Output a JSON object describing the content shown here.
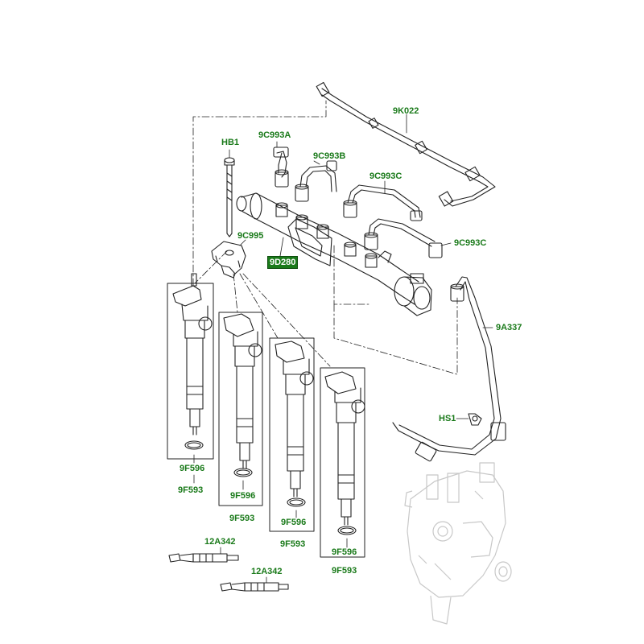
{
  "colors": {
    "callout_text": "#1a7a1a",
    "highlight_bg": "#1a7a1a",
    "highlight_text": "#ffffff",
    "line_art": "#222222",
    "ghost_art": "#c8c8c8"
  },
  "callouts": {
    "p_9k022": "9K022",
    "p_9c993a": "9C993A",
    "p_9c993b": "9C993B",
    "p_9c993c_top": "9C993C",
    "p_9c993c_right": "9C993C",
    "p_hb1": "HB1",
    "p_9c995": "9C995",
    "p_9d280": "9D280",
    "p_9a337": "9A337",
    "p_hs1": "HS1",
    "p_9f596_1": "9F596",
    "p_9f593_1": "9F593",
    "p_9f596_2": "9F596",
    "p_9f593_2": "9F593",
    "p_9f596_3": "9F596",
    "p_9f593_3": "9F593",
    "p_9f596_4": "9F596",
    "p_9f593_4": "9F593",
    "p_12a342_1": "12A342",
    "p_12a342_2": "12A342"
  }
}
